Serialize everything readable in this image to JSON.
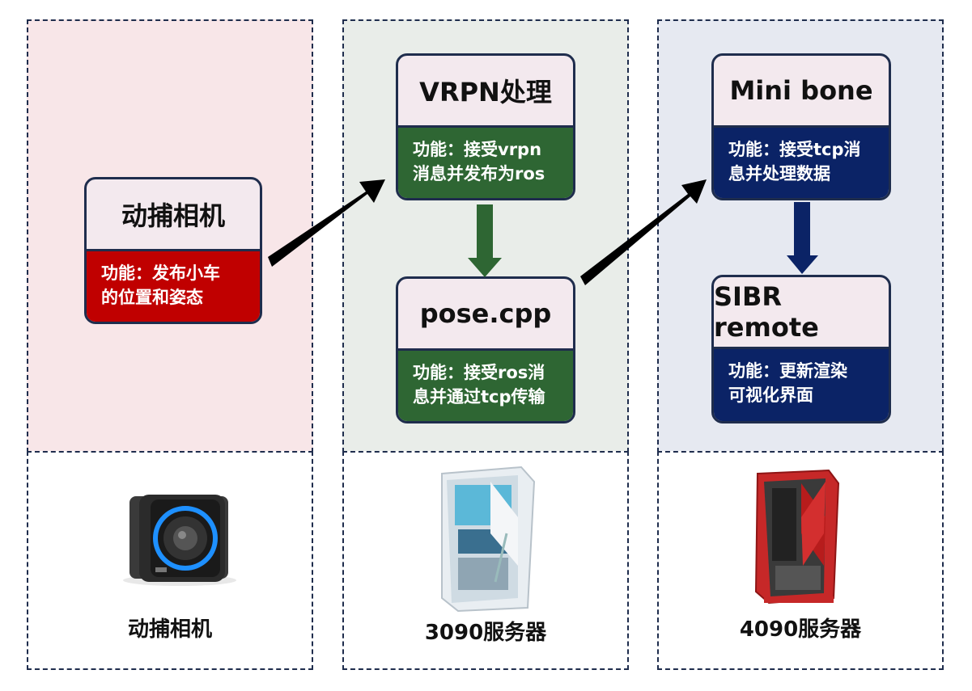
{
  "columns": [
    {
      "bg": "#f8e6e8",
      "cards": [
        {
          "title": "动捕相机",
          "desc_lines": [
            "功能：发布小车",
            "的位置和姿态"
          ],
          "desc_color": "#c00000"
        }
      ],
      "device": {
        "icon": "motion-capture-camera-icon",
        "label": "动捕相机"
      }
    },
    {
      "bg": "#e9ede9",
      "cards": [
        {
          "title": "VRPN处理",
          "desc_lines": [
            "功能：接受vrpn",
            "消息并发布为ros"
          ],
          "desc_color": "#2e6633"
        },
        {
          "title": "pose.cpp",
          "desc_lines": [
            "功能：接受ros消",
            "息并通过tcp传输"
          ],
          "desc_color": "#2e6633"
        }
      ],
      "device": {
        "icon": "white-pc-tower-icon",
        "label": "3090服务器"
      }
    },
    {
      "bg": "#e6e9f1",
      "cards": [
        {
          "title": "Mini bone",
          "desc_lines": [
            "功能：接受tcp消",
            "息并处理数据"
          ],
          "desc_color": "#0b2366"
        },
        {
          "title": "SIBR remote",
          "desc_lines": [
            "功能：更新渲染",
            "可视化界面"
          ],
          "desc_color": "#0b2366"
        }
      ],
      "device": {
        "icon": "red-pc-tower-icon",
        "label": "4090服务器"
      }
    }
  ],
  "arrows": {
    "cross_column_color": "#000000",
    "green_color": "#2e6633",
    "blue_color": "#0b2366"
  }
}
